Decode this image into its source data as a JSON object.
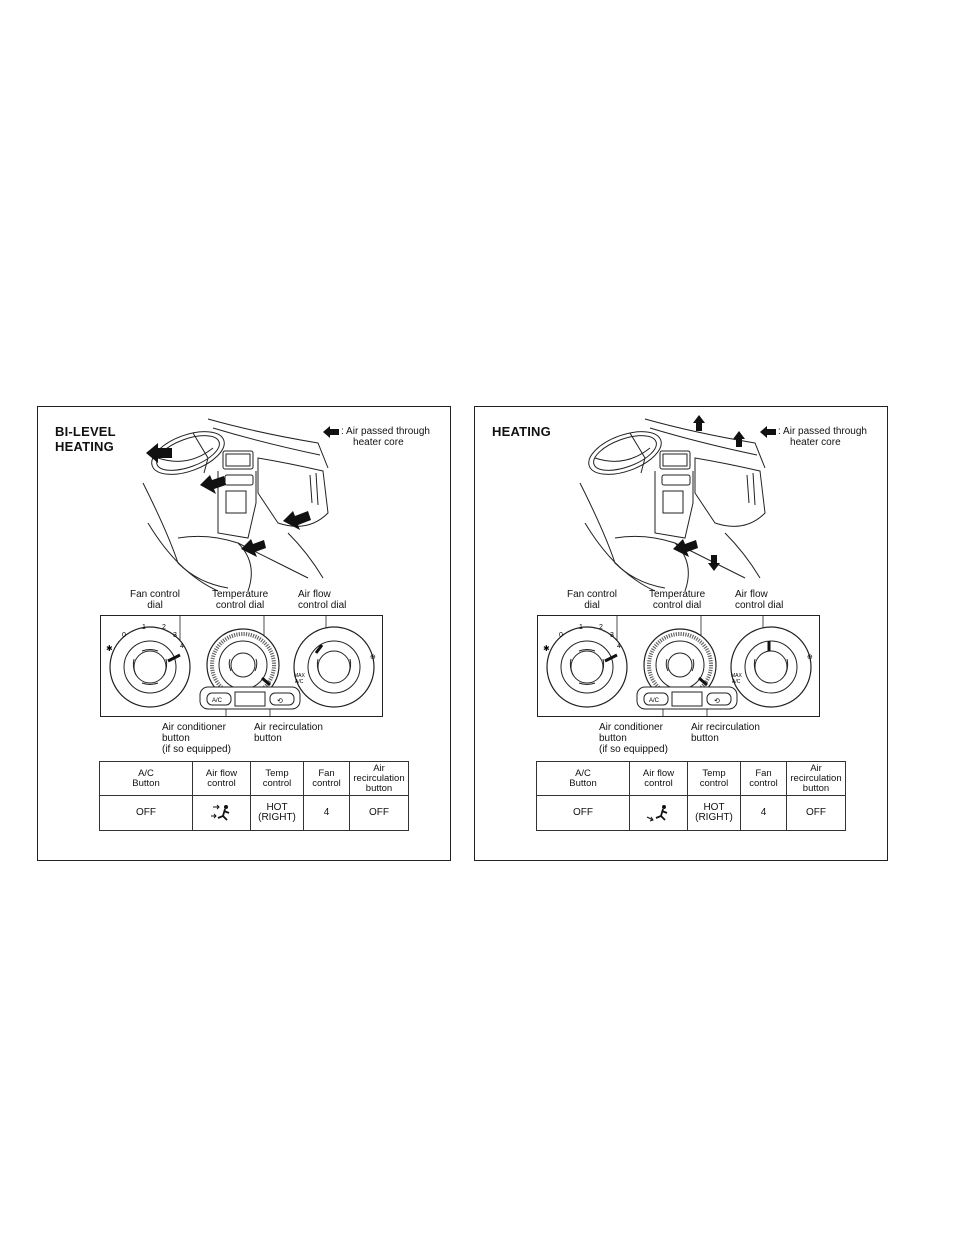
{
  "legend": {
    "line1": ": Air passed through",
    "line2": "heater core",
    "icon": "black-arrow-icon"
  },
  "panels": [
    {
      "id": "bi-level",
      "title_line1": "BI-LEVEL",
      "title_line2": "HEATING",
      "labels": {
        "fan_line1": "Fan control",
        "fan_line2": "dial",
        "temp_line1": "Temperature",
        "temp_line2": "control dial",
        "airflow_line1": "Air flow",
        "airflow_line2": "control dial",
        "ac_line1": "Air conditioner",
        "ac_line2": "button",
        "ac_line3": "(if so equipped)",
        "recirc_line1": "Air recirculation",
        "recirc_line2": "button"
      },
      "dial_numbers": [
        "0",
        "1",
        "2",
        "3",
        "4"
      ],
      "ac_button_label": "A/C",
      "max_ac_label_1": "MAX",
      "max_ac_label_2": "A/C",
      "table": {
        "headers": [
          [
            "A/C",
            "Button"
          ],
          [
            "Air flow",
            "control"
          ],
          [
            "Temp",
            "control"
          ],
          [
            "Fan",
            "control"
          ],
          [
            "Air",
            "recirculation",
            "button"
          ]
        ],
        "values": {
          "ac": "OFF",
          "airflow_icon": "bi-level-vent-icon",
          "temp_line1": "HOT",
          "temp_line2": "(RIGHT)",
          "fan": "4",
          "recirc": "OFF"
        }
      }
    },
    {
      "id": "heating",
      "title_line1": "HEATING",
      "title_line2": "",
      "labels": {
        "fan_line1": "Fan control",
        "fan_line2": "dial",
        "temp_line1": "Temperature",
        "temp_line2": "control dial",
        "airflow_line1": "Air flow",
        "airflow_line2": "control dial",
        "ac_line1": "Air conditioner",
        "ac_line2": "button",
        "ac_line3": "(if so equipped)",
        "recirc_line1": "Air recirculation",
        "recirc_line2": "button"
      },
      "dial_numbers": [
        "0",
        "1",
        "2",
        "3",
        "4"
      ],
      "ac_button_label": "A/C",
      "max_ac_label_1": "MAX",
      "max_ac_label_2": "A/C",
      "table": {
        "headers": [
          [
            "A/C",
            "Button"
          ],
          [
            "Air flow",
            "control"
          ],
          [
            "Temp",
            "control"
          ],
          [
            "Fan",
            "control"
          ],
          [
            "Air",
            "recirculation",
            "button"
          ]
        ],
        "values": {
          "ac": "OFF",
          "airflow_icon": "floor-vent-icon",
          "temp_line1": "HOT",
          "temp_line2": "(RIGHT)",
          "fan": "4",
          "recirc": "OFF"
        }
      }
    }
  ]
}
